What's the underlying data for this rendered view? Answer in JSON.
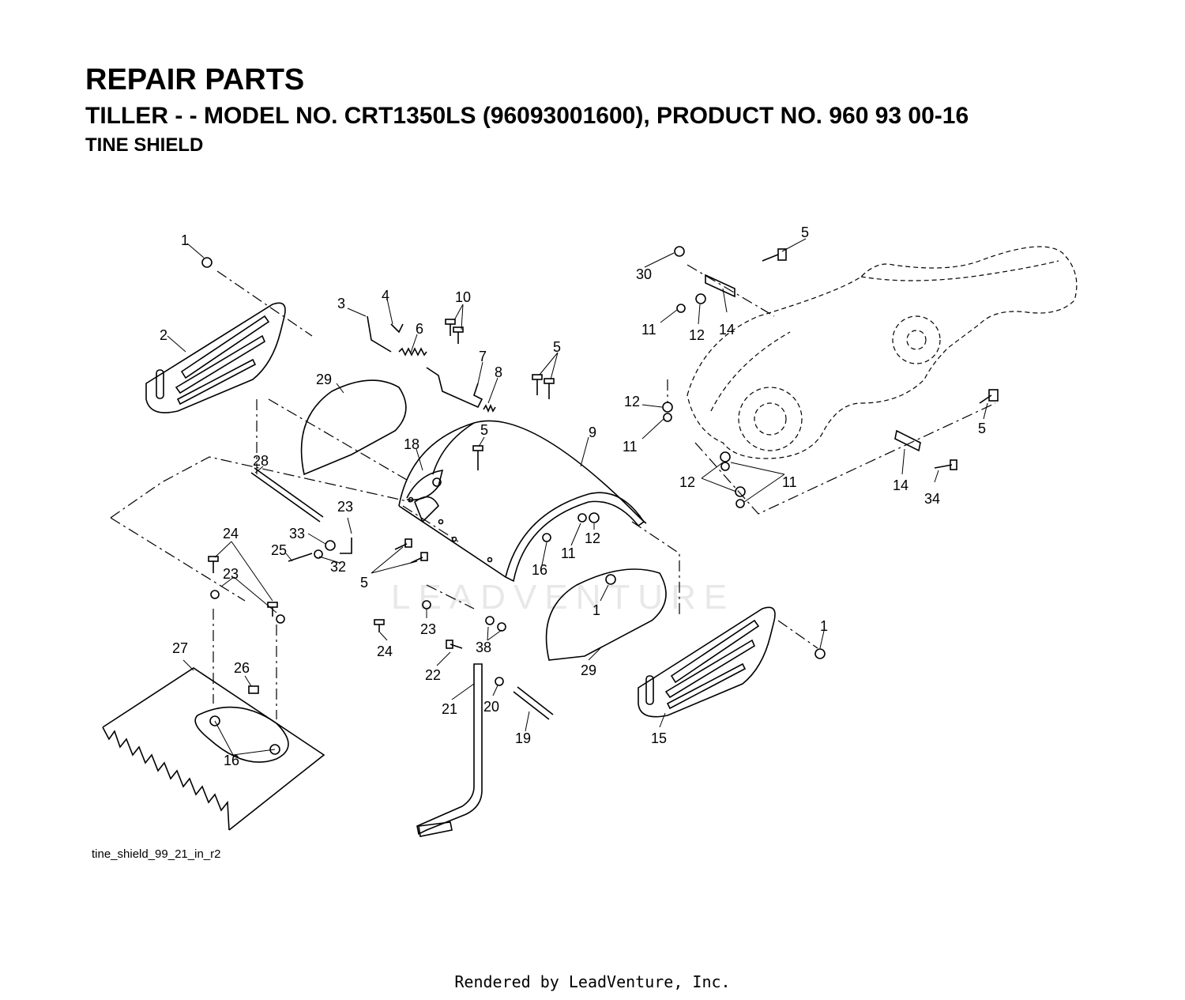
{
  "header": {
    "title": "REPAIR PARTS",
    "subtitle": "TILLER - - MODEL NO. CRT1350LS (96093001600), PRODUCT NO. 960 93 00-16",
    "section": "TINE SHIELD"
  },
  "diagram": {
    "ref_code": "tine_shield_99_21_in_r2",
    "watermark": "LEADVENTURE"
  },
  "labels": {
    "l1a": "1",
    "l1b": "1",
    "l1c": "1",
    "l2": "2",
    "l3": "3",
    "l4": "4",
    "l5a": "5",
    "l5b": "5",
    "l5c": "5",
    "l5d": "5",
    "l5e": "5",
    "l6": "6",
    "l7": "7",
    "l8": "8",
    "l9": "9",
    "l10": "10",
    "l11a": "11",
    "l11b": "11",
    "l11c": "11",
    "l11d": "11",
    "l12a": "12",
    "l12b": "12",
    "l12c": "12",
    "l12d": "12",
    "l14a": "14",
    "l14b": "14",
    "l15": "15",
    "l16a": "16",
    "l16b": "16",
    "l18": "18",
    "l19": "19",
    "l20": "20",
    "l21": "21",
    "l22": "22",
    "l23a": "23",
    "l23b": "23",
    "l23c": "23",
    "l24a": "24",
    "l24b": "24",
    "l25": "25",
    "l26": "26",
    "l27": "27",
    "l28": "28",
    "l29a": "29",
    "l29b": "29",
    "l30": "30",
    "l32": "32",
    "l33": "33",
    "l34": "34",
    "l38": "38"
  },
  "footer": {
    "text": "Rendered by LeadVenture, Inc."
  }
}
